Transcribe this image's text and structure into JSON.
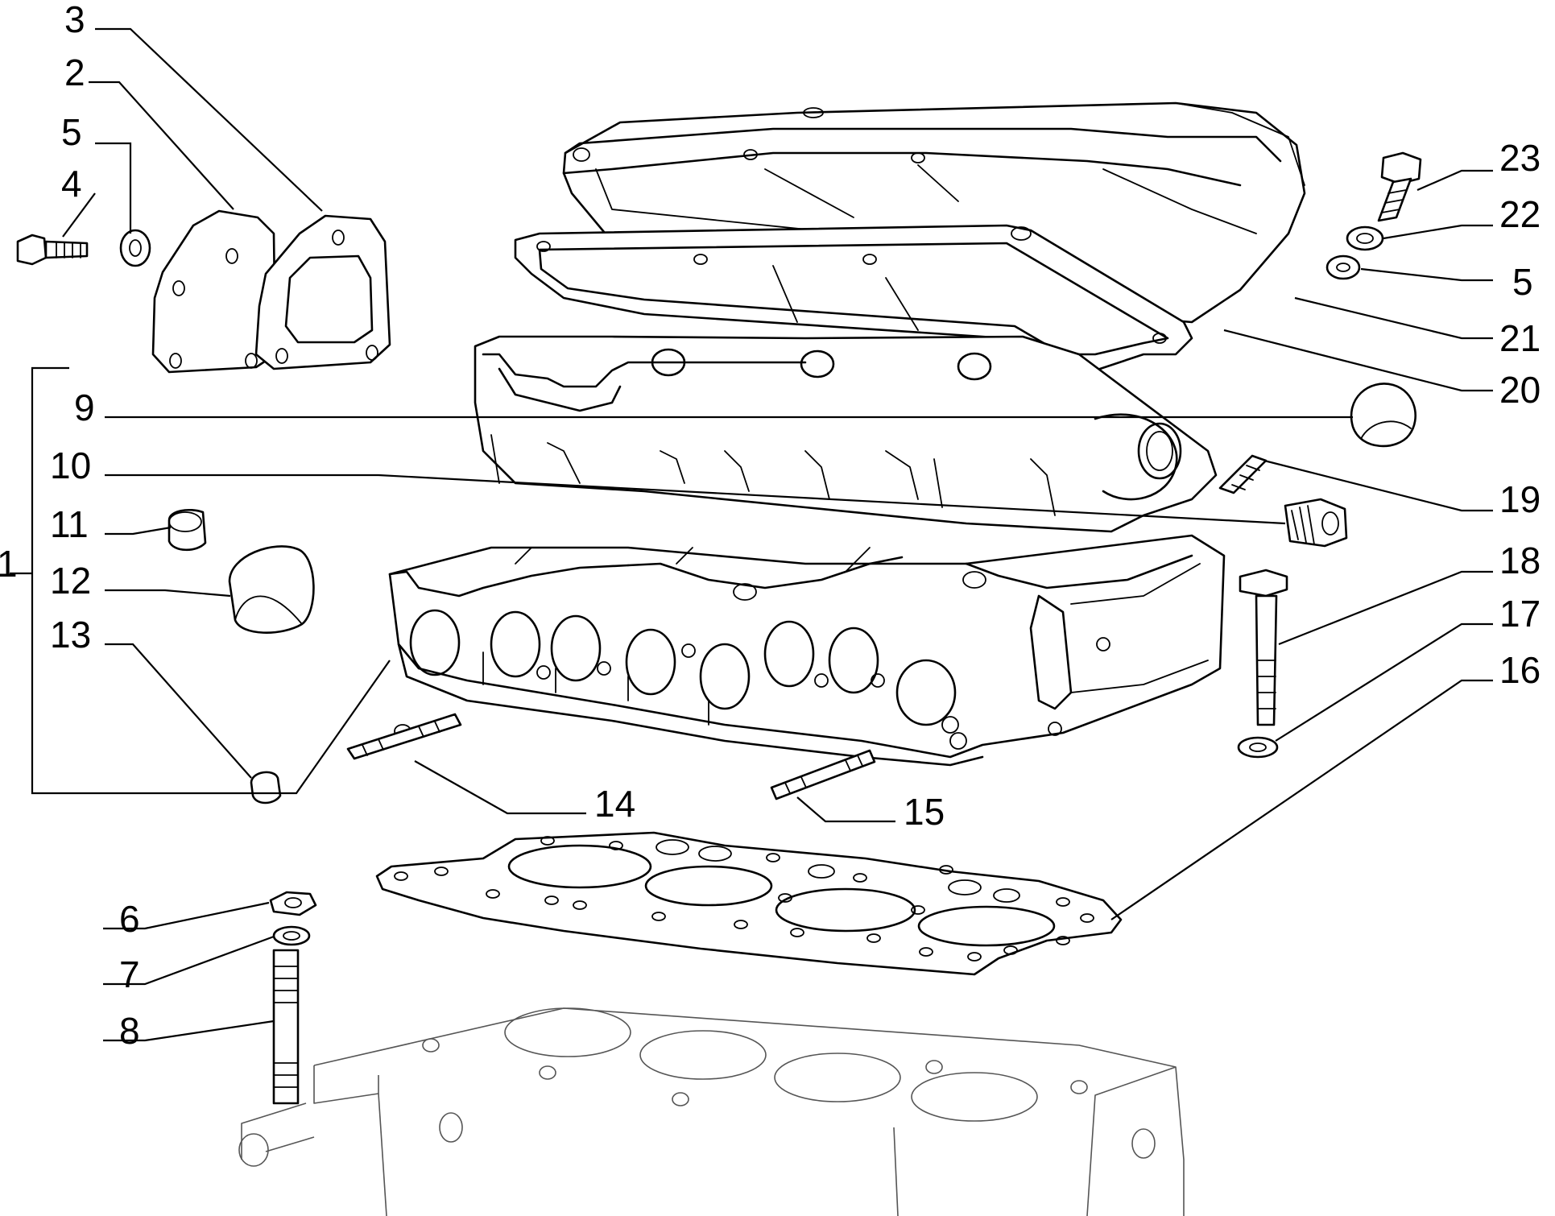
{
  "callouts": [
    {
      "id": "c1",
      "label": "1"
    },
    {
      "id": "c2",
      "label": "2"
    },
    {
      "id": "c3",
      "label": "3"
    },
    {
      "id": "c4",
      "label": "4"
    },
    {
      "id": "c5a",
      "label": "5"
    },
    {
      "id": "c5b",
      "label": "5"
    },
    {
      "id": "c6",
      "label": "6"
    },
    {
      "id": "c7",
      "label": "7"
    },
    {
      "id": "c8",
      "label": "8"
    },
    {
      "id": "c9",
      "label": "9"
    },
    {
      "id": "c10",
      "label": "10"
    },
    {
      "id": "c11",
      "label": "11"
    },
    {
      "id": "c12",
      "label": "12"
    },
    {
      "id": "c13",
      "label": "13"
    },
    {
      "id": "c14",
      "label": "14"
    },
    {
      "id": "c15",
      "label": "15"
    },
    {
      "id": "c16",
      "label": "16"
    },
    {
      "id": "c17",
      "label": "17"
    },
    {
      "id": "c18",
      "label": "18"
    },
    {
      "id": "c19",
      "label": "19"
    },
    {
      "id": "c20",
      "label": "20"
    },
    {
      "id": "c21",
      "label": "21"
    },
    {
      "id": "c22",
      "label": "22"
    },
    {
      "id": "c23",
      "label": "23"
    }
  ]
}
